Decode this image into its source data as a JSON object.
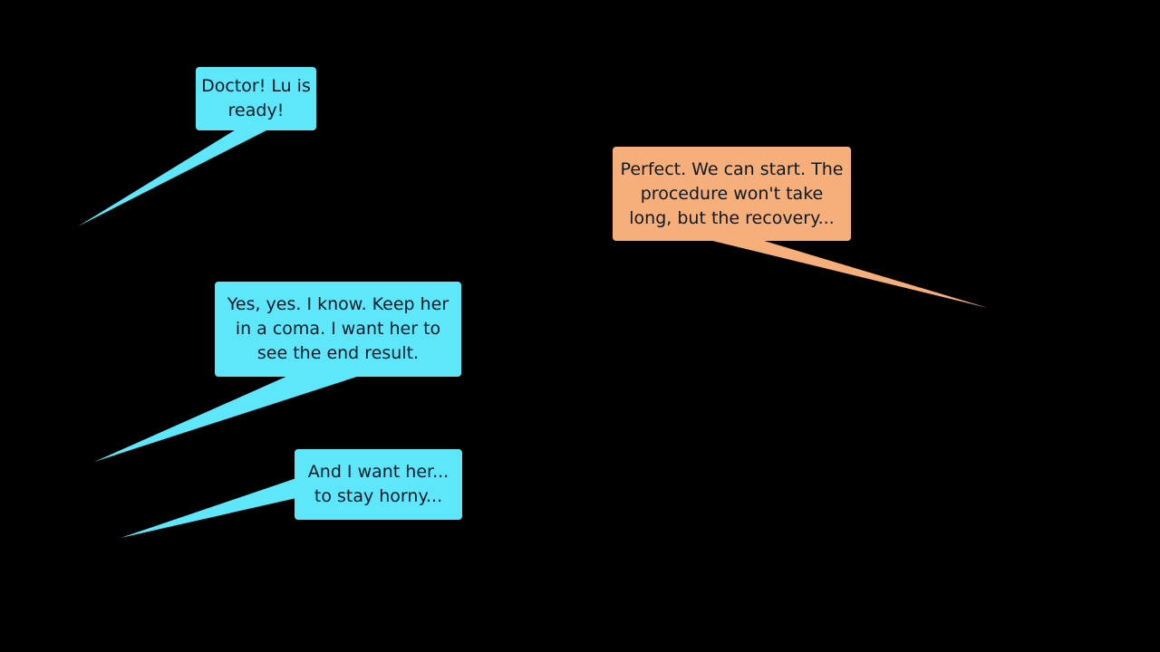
{
  "colors": {
    "background": "#000000",
    "speaker_cyan": "#5ee6fb",
    "speaker_orange": "#f6ae7b",
    "text": "#0b1a24"
  },
  "dialogue": [
    {
      "speaker_color": "cyan",
      "text": "Doctor! Lu is\nready!"
    },
    {
      "speaker_color": "orange",
      "text": "Perfect. We can start. The\nprocedure won't take\nlong, but the recovery..."
    },
    {
      "speaker_color": "cyan",
      "text": "Yes, yes. I know. Keep her\nin a coma. I want her to\nsee the end result."
    },
    {
      "speaker_color": "cyan",
      "text": "And I want her...\nto stay horny..."
    }
  ]
}
